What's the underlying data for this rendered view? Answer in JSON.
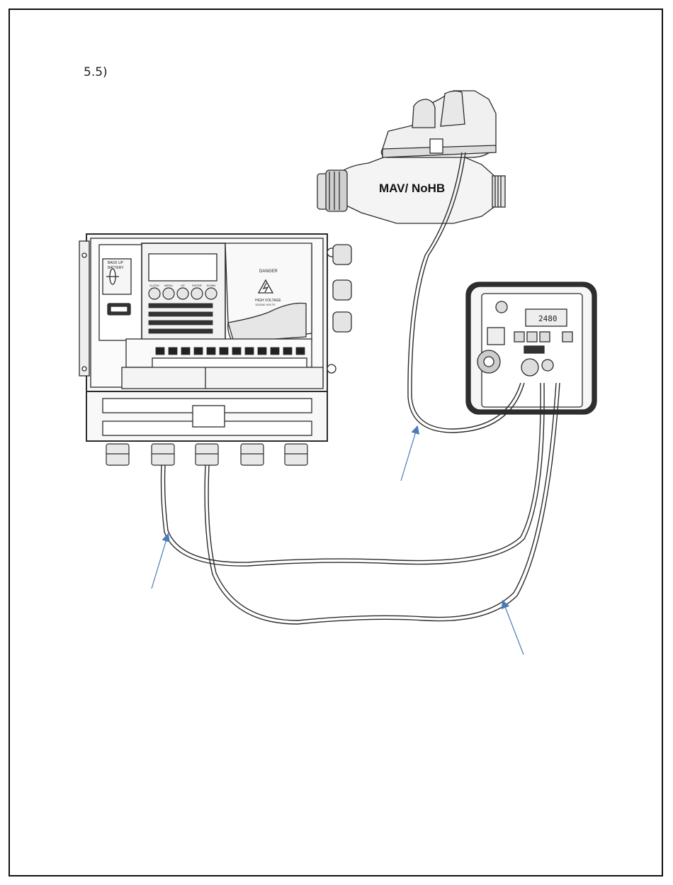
{
  "section": {
    "number": "5.5)"
  },
  "meter": {
    "label": "MAV/ NoHB"
  },
  "controller": {
    "battery_label_1": "BACK UP",
    "battery_label_2": "BATTERY",
    "danger_label": "DANGER",
    "voltage_label_1": "HIGH VOLTAGE",
    "voltage_label_2": "120/240 VOLTS",
    "buttons": [
      "CLOCK",
      "MENU",
      "UP",
      "ENTER",
      "DOWN"
    ]
  },
  "valve_head": {
    "display": "2480"
  },
  "colors": {
    "line": "#2b2b2b",
    "arrow": "#4a7ab8",
    "frame": "#111111"
  }
}
